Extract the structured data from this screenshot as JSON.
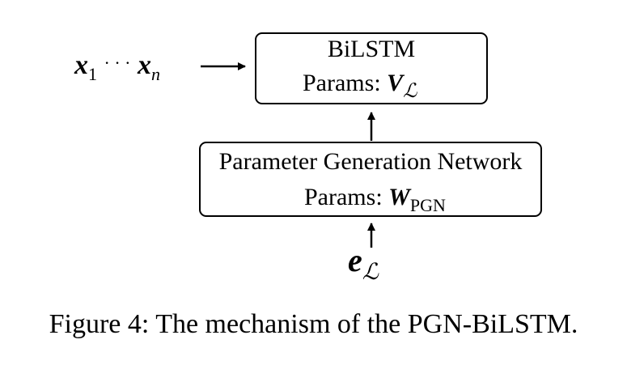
{
  "bilstm": {
    "title": "BiLSTM",
    "params_label": "Params:",
    "params_symbol": "V",
    "params_sub": "ℒ"
  },
  "pgn": {
    "title": "Parameter Generation Network",
    "params_label": "Params:",
    "params_symbol": "W",
    "params_sub": "PGN"
  },
  "input": {
    "x1": "x",
    "x1_sub": "1",
    "dots": "· · ·",
    "xn": "x",
    "xn_sub": "n"
  },
  "embedding": {
    "symbol": "e",
    "sub": "ℒ"
  },
  "caption": "Figure 4: The mechanism of the PGN-BiLSTM."
}
